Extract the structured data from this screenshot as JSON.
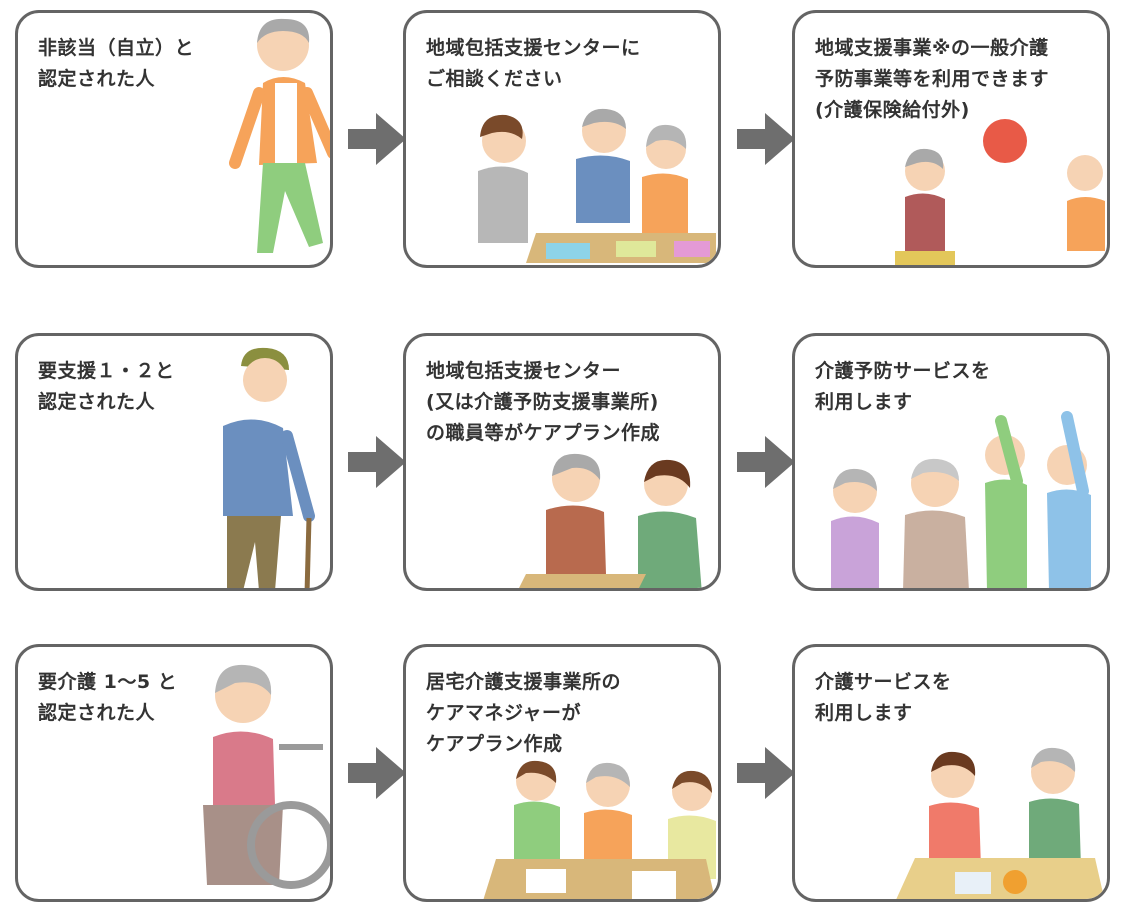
{
  "rows": [
    {
      "eligibility": "非該当（自立）と\n認定された人",
      "contact": "地域包括支援センターに\nご相談ください",
      "service": "地域支援事業※の一般介護\n予防事業等を利用できます\n(介護保険給付外)"
    },
    {
      "eligibility": "要支援１・２と\n認定された人",
      "contact": "地域包括支援センター\n(又は介護予防支援事業所)\nの職員等がケアプラン作成",
      "service": "介護予防サービスを\n利用します"
    },
    {
      "eligibility": "要介護 1〜5 と\n認定された人",
      "contact": "居宅介護支援事業所の\nケアマネジャーが\nケアプラン作成",
      "service": "介護サービスを\n利用します"
    }
  ],
  "colors": {
    "border": "#646464",
    "arrow": "#6e6e6e",
    "text": "#333333"
  },
  "icons": {
    "arrow": "right-arrow-icon"
  }
}
